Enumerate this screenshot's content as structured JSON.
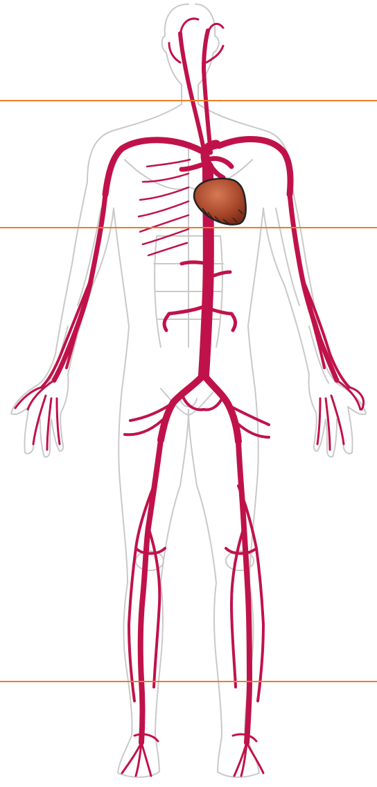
{
  "diagram": {
    "subject": "human-arterial-system-anterior-view",
    "colors": {
      "background": "#ffffff",
      "body_outline": "#c9c9c9",
      "artery": "#c0124a",
      "heart_fill": "#a9492c",
      "heart_outline": "#222222",
      "guide_line": "#ef7a2a"
    },
    "labels": [],
    "guide_lines": [
      {
        "id": "guide-line-upper"
      },
      {
        "id": "guide-line-chest"
      },
      {
        "id": "guide-line-ankle"
      }
    ]
  }
}
